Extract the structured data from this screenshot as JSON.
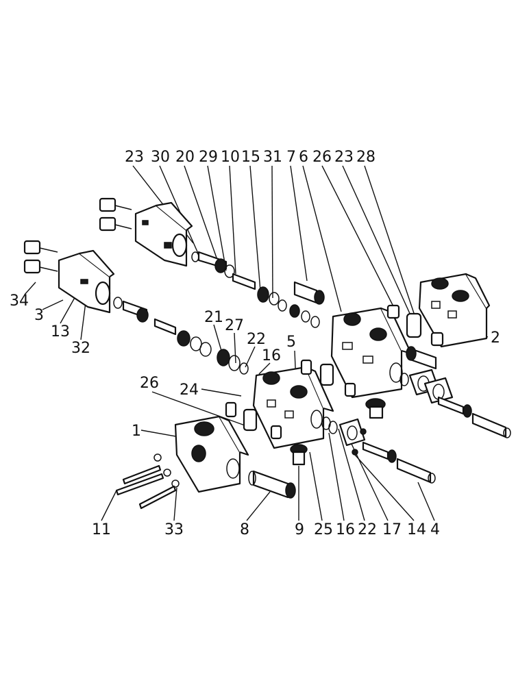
{
  "callouts": {
    "top": [
      "23",
      "30",
      "20",
      "29",
      "10",
      "15",
      "31",
      "7",
      "6",
      "26",
      "23",
      "28"
    ],
    "left": [
      "34",
      "3",
      "13",
      "32"
    ],
    "right": [
      "2"
    ],
    "middle": [
      "21",
      "27",
      "22",
      "16",
      "5"
    ],
    "lower_left": [
      "26",
      "24",
      "1"
    ],
    "bottom": [
      "11",
      "33",
      "8",
      "9",
      "25",
      "16",
      "22",
      "17",
      "14",
      "4"
    ]
  }
}
